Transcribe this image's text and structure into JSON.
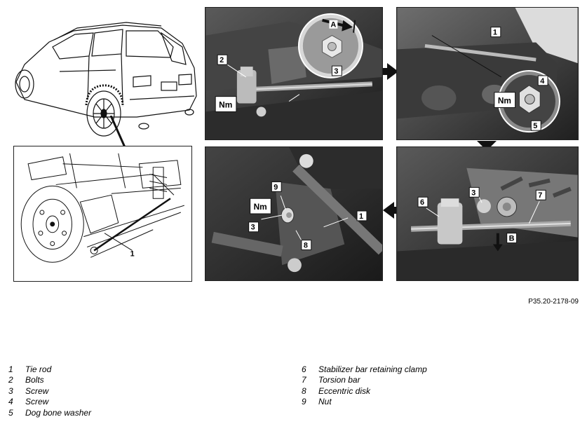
{
  "figure_id": "P35.20-2178-09",
  "callouts": {
    "p1_tie_rod": "1",
    "p2_bolts": "2",
    "p2_screw": "3",
    "p2_marker_A": "A",
    "p3_tie_rod": "1",
    "p3_screw": "4",
    "p3_washer": "5",
    "p4_screw": "3",
    "p4_eccentric": "8",
    "p4_nut": "9",
    "p4_tie_rod": "1",
    "p5_screw": "3",
    "p5_clamp": "6",
    "p5_torsion": "7",
    "p5_marker_B": "B",
    "nm": "Nm"
  },
  "legend_left": [
    {
      "num": "1",
      "label": "Tie rod"
    },
    {
      "num": "2",
      "label": "Bolts"
    },
    {
      "num": "3",
      "label": "Screw"
    },
    {
      "num": "4",
      "label": "Screw"
    },
    {
      "num": "5",
      "label": "Dog bone washer"
    }
  ],
  "legend_right": [
    {
      "num": "6",
      "label": "Stabilizer bar retaining clamp"
    },
    {
      "num": "7",
      "label": "Torsion bar"
    },
    {
      "num": "8",
      "label": "Eccentric disk"
    },
    {
      "num": "9",
      "label": "Nut"
    }
  ]
}
